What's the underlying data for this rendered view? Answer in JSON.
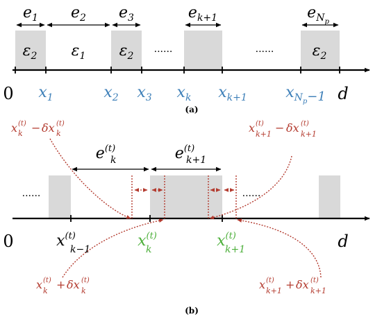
{
  "colors": {
    "block": "#d9d9d9",
    "axis": "#000000",
    "blue": "#3d7fb8",
    "red": "#b33a2e",
    "green": "#4caf3a",
    "black": "#000000"
  },
  "panel_a": {
    "caption": "(a)",
    "origin": "0",
    "end": "d",
    "ellipsis": "......",
    "widths": [
      {
        "base": "e",
        "sub": "1"
      },
      {
        "base": "e",
        "sub": "2"
      },
      {
        "base": "e",
        "sub": "3"
      },
      {
        "base": "e",
        "sub": "k+1"
      },
      {
        "base": "e",
        "sub": "N",
        "subsub": "p"
      }
    ],
    "materials": [
      {
        "base": "ε",
        "sub": "2"
      },
      {
        "base": "ε",
        "sub": "1"
      },
      {
        "base": "ε",
        "sub": "2"
      },
      {
        "base": "ε",
        "sub": "2"
      }
    ],
    "positions": [
      {
        "base": "x",
        "sub": "1"
      },
      {
        "base": "x",
        "sub": "2"
      },
      {
        "base": "x",
        "sub": "3"
      },
      {
        "base": "x",
        "sub": "k"
      },
      {
        "base": "x",
        "sub": "k+1"
      },
      {
        "base": "x",
        "sub": "N",
        "subsub": "p",
        "tail": "−1"
      }
    ]
  },
  "panel_b": {
    "caption": "(b)",
    "origin": "0",
    "end": "d",
    "ellipsis": "......",
    "widths": [
      {
        "base": "e",
        "sub": "k",
        "sup": "(t)"
      },
      {
        "base": "e",
        "sub": "k+1",
        "sup": "(t)"
      }
    ],
    "positions": [
      {
        "base": "x",
        "sub": "k−1",
        "sup": "(t)"
      },
      {
        "base": "x",
        "sub": "k",
        "sup": "(t)"
      },
      {
        "base": "x",
        "sub": "k+1",
        "sup": "(t)"
      }
    ],
    "annotations": [
      {
        "a_base": "x",
        "a_sup": "(t)",
        "a_sub": "k",
        "op": "−",
        "b_base": "δx",
        "b_sup": "(t)",
        "b_sub": "k"
      },
      {
        "a_base": "x",
        "a_sup": "(t)",
        "a_sub": "k+1",
        "op": "−",
        "b_base": "δx",
        "b_sup": "(t)",
        "b_sub": "k+1"
      },
      {
        "a_base": "x",
        "a_sup": "(t)",
        "a_sub": "k",
        "op": "+",
        "b_base": "δx",
        "b_sup": "(t)",
        "b_sub": "k"
      },
      {
        "a_base": "x",
        "a_sup": "(t)",
        "a_sub": "k+1",
        "op": "+",
        "b_base": "δx",
        "b_sup": "(t)",
        "b_sub": "k+1"
      }
    ]
  }
}
